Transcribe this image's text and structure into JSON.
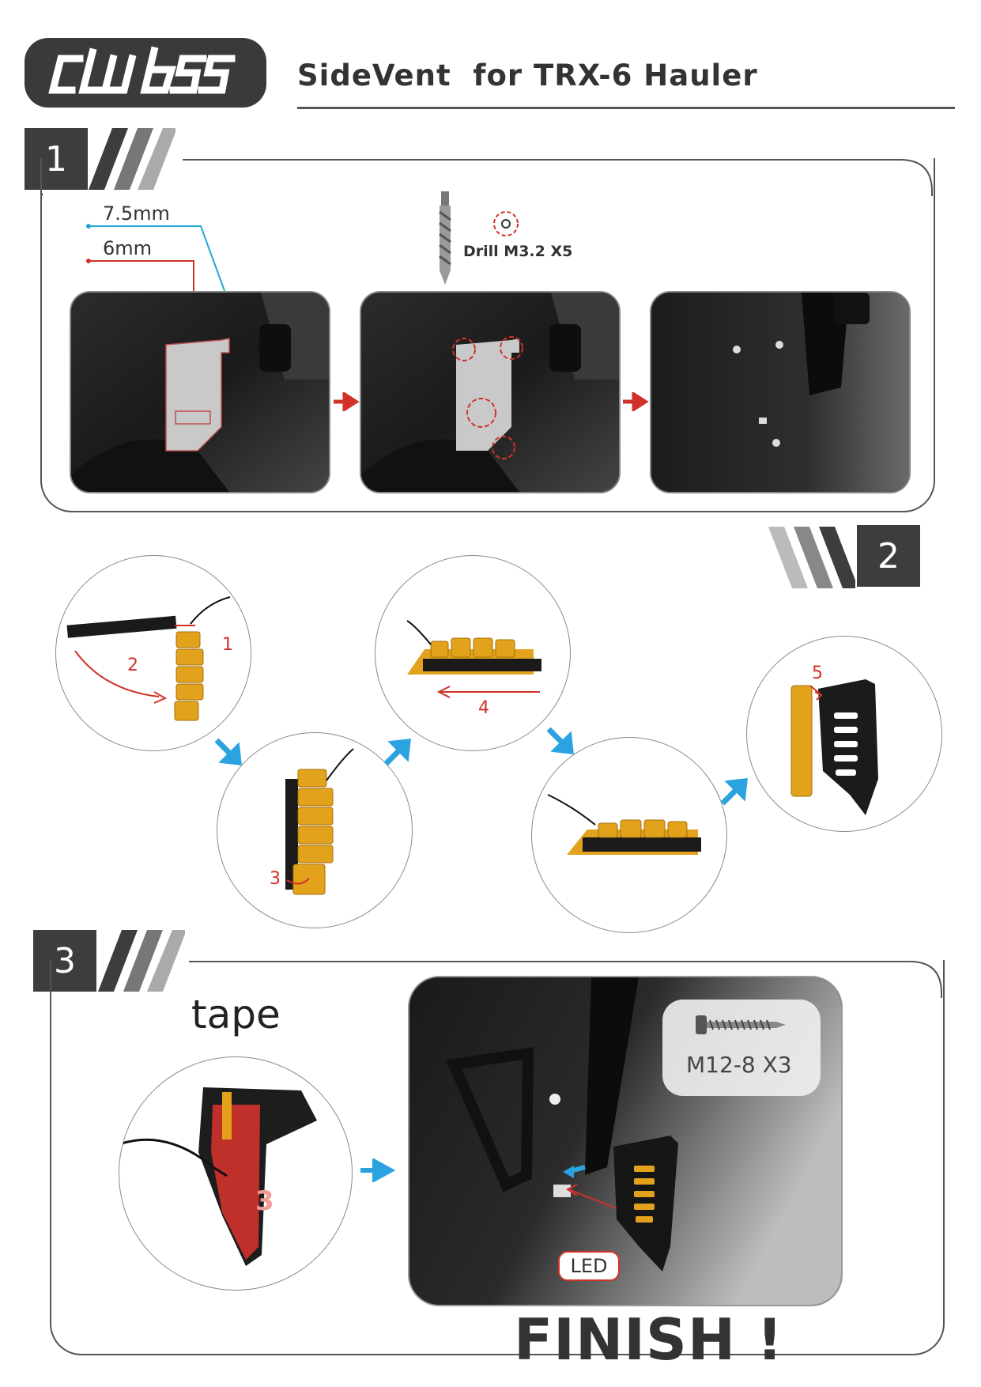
{
  "brand": {
    "logo_text": "clubs",
    "title": "SideVent  for TRX-6 Hauler"
  },
  "steps": [
    {
      "number": "1",
      "labels": {
        "dim_a": "7.5mm",
        "dim_b": "6mm",
        "drill": "Drill M3.2  X5"
      }
    },
    {
      "number": "2",
      "labels": {
        "s1": "1",
        "s2": "2",
        "s3": "3",
        "s4": "4",
        "s5": "5"
      }
    },
    {
      "number": "3",
      "labels": {
        "tape": "tape",
        "screw": "M12-8  X3",
        "led": "LED",
        "tape_mark": "3"
      }
    }
  ],
  "finish": "FINISH !",
  "colors": {
    "dark": "#3d3d3d",
    "red": "#d0322a",
    "blue": "#2aa3e0",
    "cyan_line": "#21a6d6",
    "amber": "#e2a21c"
  }
}
